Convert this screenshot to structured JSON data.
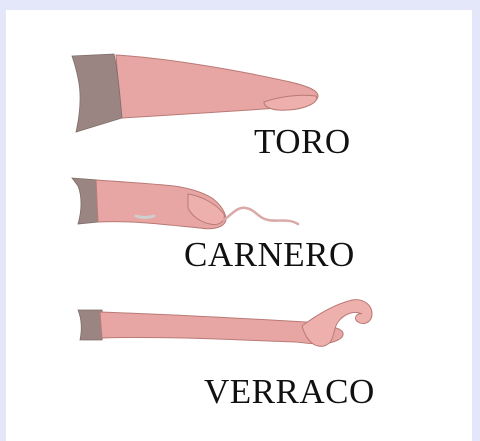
{
  "labels": {
    "toro": "TORO",
    "carnero": "CARNERO",
    "verraco": "VERRACO"
  },
  "colors": {
    "page_background": "#e3e7f9",
    "panel_background": "#ffffff",
    "shaft": "#e7a6a3",
    "shaft_outline": "#b97a76",
    "base_tissue": "#9a8582",
    "label_text": "#111111"
  }
}
